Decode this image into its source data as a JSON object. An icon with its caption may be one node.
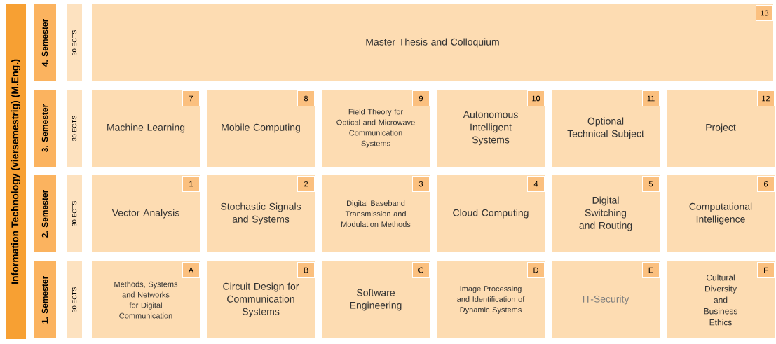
{
  "diagram": {
    "nodes": [
      {
        "text": [
          "Information Technology (viersemestrig) (M.Eng.)"
        ]
      },
      {
        "text": [
          "4. Semester"
        ]
      },
      {
        "text": [
          "30 ECTS"
        ]
      },
      {
        "text": [
          "Master Thesis and Colloquium"
        ]
      },
      {
        "text": [
          "13"
        ],
        "in": 3
      },
      {
        "text": [
          "3. Semester"
        ]
      },
      {
        "text": [
          "30 ECTS"
        ]
      },
      {
        "text": [
          "Machine Learning"
        ]
      },
      {
        "text": [
          "7"
        ],
        "in": 7
      },
      {
        "text": [
          "Mobile Computing"
        ]
      },
      {
        "text": [
          "8"
        ],
        "in": 9
      },
      {
        "text": [
          "Field Theory for Optical and Microwave Communication Systems"
        ]
      },
      {
        "text": [
          "9"
        ],
        "in": 11
      },
      {
        "text": [
          "Autonomous Intelligent Systems"
        ]
      },
      {
        "text": [
          "10"
        ],
        "in": 13
      },
      {
        "text": [
          "Optional Technical Subject"
        ]
      },
      {
        "text": [
          "11"
        ],
        "in": 15
      },
      {
        "text": [
          "Project"
        ]
      },
      {
        "text": [
          "12"
        ],
        "in": 17
      },
      {
        "text": [
          "2. Semester"
        ]
      },
      {
        "text": [
          "30 ECTS"
        ]
      },
      {
        "text": [
          "Vector Analysis"
        ]
      },
      {
        "text": [
          "1"
        ],
        "in": 21
      },
      {
        "text": [
          "Stochastic Signals and Systems"
        ]
      },
      {
        "text": [
          "2"
        ],
        "in": 23
      },
      {
        "text": [
          "Digital Baseband Transmission and Modulation Methods"
        ]
      },
      {
        "text": [
          "3"
        ],
        "in": 25
      },
      {
        "text": [
          "Cloud Computing"
        ]
      },
      {
        "text": [
          "4"
        ],
        "in": 27
      },
      {
        "text": [
          "Digital Switching and Routing"
        ]
      },
      {
        "text": [
          "5"
        ],
        "in": 29
      },
      {
        "text": [
          "Computational Intelligence"
        ]
      },
      {
        "text": [
          "6"
        ],
        "in": 31
      },
      {
        "text": [
          "1. Semester"
        ]
      },
      {
        "text": [
          "30 ECTS"
        ]
      },
      {
        "text": [
          "Methods, Systems and Networks for Digital Communication"
        ]
      },
      {
        "text": [
          "A"
        ],
        "in": 35
      },
      {
        "text": [
          "Circuit Design for Communication Systems"
        ]
      },
      {
        "text": [
          "B"
        ],
        "in": 37
      },
      {
        "text": [
          "Software Engineering"
        ]
      },
      {
        "text": [
          "C"
        ],
        "in": 39
      },
      {
        "text": [
          "Image Processing and Identification of Dynamic Systems"
        ]
      },
      {
        "text": [
          "D"
        ],
        "in": 41
      },
      {
        "text": [
          "IT-Security"
        ]
      },
      {
        "text": [
          "E"
        ],
        "in": 43
      },
      {
        "text": [
          "Cultural Diversity and Business Ethics"
        ]
      },
      {
        "text": [
          "F"
        ],
        "in": 45
      }
    ]
  }
}
